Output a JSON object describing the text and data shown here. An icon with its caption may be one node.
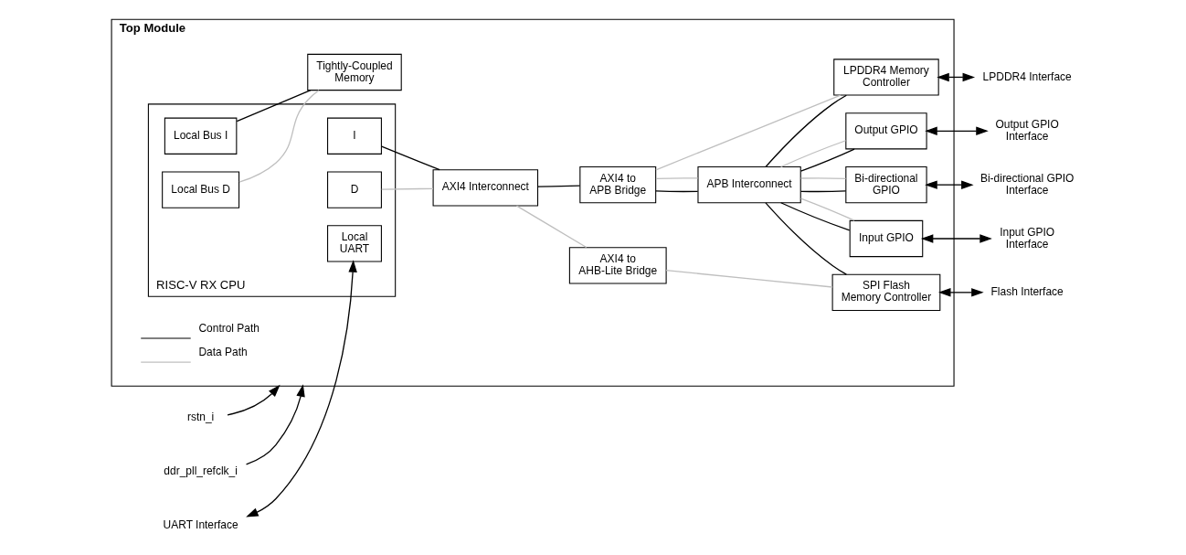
{
  "diagram": {
    "nodes": [
      {
        "text": [
          "Top Module"
        ]
      },
      {
        "text": [
          "rstn_i"
        ]
      },
      {
        "text": [
          "ddr_pll_refclk_i"
        ]
      },
      {
        "text": [
          "RISC-V RX CPU"
        ],
        "in": 0
      },
      {
        "text": [
          "I"
        ],
        "in": 3
      },
      {
        "text": [
          "D"
        ],
        "in": 3
      },
      {
        "text": [
          "Local UART"
        ],
        "in": 3
      },
      {
        "text": [
          "Local Bus I"
        ],
        "in": 3
      },
      {
        "text": [
          "Local Bus D"
        ],
        "in": 3
      },
      {
        "text": [
          "AXI4 Interconnect"
        ],
        "in": 0
      },
      {
        "text": [
          "AXI4 to APB Bridge"
        ],
        "in": 0
      },
      {
        "text": [
          "APB Interconnect"
        ],
        "in": 0
      },
      {
        "text": [
          "AXI4 to AHB-Lite Bridge"
        ],
        "in": 0
      },
      {
        "text": [
          "Tightly-Coupled Memory"
        ],
        "in": 0
      },
      {
        "text": [
          "Bi-directional GPIO"
        ],
        "in": 0
      },
      {
        "text": [
          "Input GPIO"
        ],
        "in": 0
      },
      {
        "text": [
          "Output GPIO"
        ],
        "in": 0
      },
      {
        "text": [
          "SPI Flash Memory Controller"
        ],
        "in": 0
      },
      {
        "text": [
          "LPDDR4 Memory Controller"
        ],
        "in": 0
      },
      {
        "text": [
          "UART Interface"
        ]
      },
      {
        "text": [
          "Bi-directional GPIO Interface"
        ]
      },
      {
        "text": [
          "Input GPIO Interface"
        ]
      },
      {
        "text": [
          "Output GPIO Interface"
        ]
      },
      {
        "text": [
          "Flash Interface"
        ]
      },
      {
        "text": [
          "LPDDR4 Interface"
        ]
      }
    ],
    "edges": [
      {
        "from": 1,
        "to": 0,
        "arrow": "to"
      },
      {
        "from": 2,
        "to": 0,
        "arrow": "to"
      },
      {
        "from": 19,
        "to": 6,
        "arrow": "both"
      },
      {
        "from": 4,
        "to": 9,
        "arrow": "none"
      },
      {
        "from": 5,
        "to": 9,
        "arrow": "none",
        "color": "#bfbfbf"
      },
      {
        "from": 9,
        "to": 10,
        "arrow": "none"
      },
      {
        "from": 9,
        "to": 12,
        "arrow": "none",
        "color": "#bfbfbf"
      },
      {
        "from": 10,
        "to": 11,
        "arrow": "none"
      },
      {
        "from": 10,
        "to": 11,
        "arrow": "none",
        "color": "#bfbfbf"
      },
      {
        "from": 10,
        "to": 18,
        "arrow": "none",
        "color": "#bfbfbf"
      },
      {
        "from": 11,
        "to": 14,
        "arrow": "none"
      },
      {
        "from": 11,
        "to": 14,
        "arrow": "none",
        "color": "#bfbfbf"
      },
      {
        "from": 11,
        "to": 15,
        "arrow": "none"
      },
      {
        "from": 11,
        "to": 15,
        "arrow": "none",
        "color": "#bfbfbf"
      },
      {
        "from": 11,
        "to": 16,
        "arrow": "none"
      },
      {
        "from": 11,
        "to": 16,
        "arrow": "none",
        "color": "#bfbfbf"
      },
      {
        "from": 11,
        "to": 17,
        "arrow": "none"
      },
      {
        "from": 11,
        "to": 18,
        "arrow": "none"
      },
      {
        "from": 12,
        "to": 17,
        "arrow": "none",
        "color": "#bfbfbf"
      },
      {
        "from": 7,
        "to": 13,
        "arrow": "none"
      },
      {
        "from": 8,
        "to": 13,
        "arrow": "none",
        "color": "#bfbfbf"
      },
      {
        "from": 14,
        "to": 20,
        "arrow": "both"
      },
      {
        "from": 15,
        "to": 21,
        "arrow": "both"
      },
      {
        "from": 16,
        "to": 22,
        "arrow": "both"
      },
      {
        "from": 17,
        "to": 23,
        "arrow": "both"
      },
      {
        "from": 18,
        "to": 24,
        "arrow": "both"
      }
    ],
    "legend": [
      {
        "text": "Control Path"
      },
      {
        "text": "Data Path"
      }
    ]
  }
}
